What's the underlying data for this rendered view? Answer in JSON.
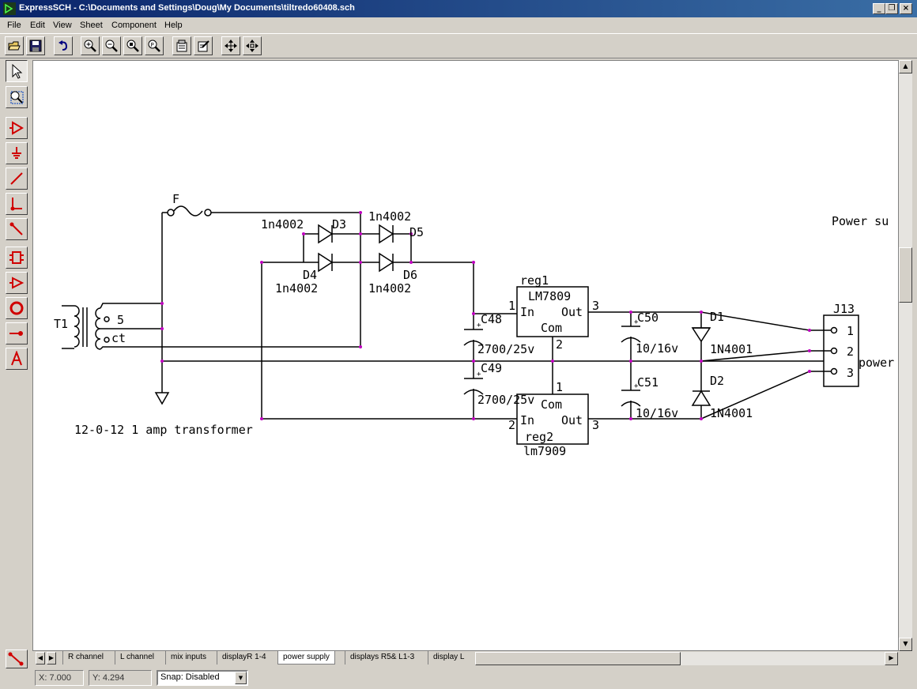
{
  "window": {
    "title": "ExpressSCH - C:\\Documents and Settings\\Doug\\My Documents\\tiltredo60408.sch",
    "minimize": "_",
    "restore": "❐",
    "close": "×"
  },
  "menu": [
    "File",
    "Edit",
    "View",
    "Sheet",
    "Component",
    "Help"
  ],
  "toolbar_icons": [
    "open-icon",
    "save-icon",
    "undo-icon",
    "zoom-in-icon",
    "zoom-out-icon",
    "zoom-fit-icon",
    "zoom-page-icon",
    "properties-icon",
    "sheet-properties-icon",
    "pan-icon",
    "center-icon"
  ],
  "palette_icons": [
    "select-arrow-icon",
    "zoom-window-icon",
    "component-icon",
    "ground-icon",
    "wire-icon",
    "junction-wire-icon",
    "bus-entry-icon",
    "part-icon",
    "buffer-icon",
    "circle-icon",
    "pin-icon",
    "text-icon"
  ],
  "schematic": {
    "fuse_label": "F",
    "transformer_ref": "T1",
    "transformer_pin5": "5",
    "transformer_ct": "ct",
    "transformer_desc": "12-0-12 1 amp transformer",
    "d3_ref": "D3",
    "d3_value": "1n4002",
    "d4_ref": "D4",
    "d4_value": "1n4002",
    "d5_ref": "D5",
    "d5_value": "1n4002",
    "d6_ref": "D6",
    "d6_value": "1n4002",
    "c48_ref": "C48",
    "c48_value": "2700/25v",
    "c49_ref": "C49",
    "c49_value": "2700/25v",
    "c50_ref": "C50",
    "c50_value": "10/16v",
    "c51_ref": "C51",
    "c51_value": "10/16v",
    "reg1_ref": "reg1",
    "reg1_part": "LM7809",
    "reg1_in": "In",
    "reg1_out": "Out",
    "reg1_com": "Com",
    "reg1_pin1": "1",
    "reg1_pin2": "2",
    "reg1_pin3": "3",
    "reg2_ref": "reg2",
    "reg2_part": "lm7909",
    "reg2_in": "In",
    "reg2_out": "Out",
    "reg2_com": "Com",
    "reg2_pin1": "1",
    "reg2_pin2": "2",
    "reg2_pin3": "3",
    "d1_ref": "D1",
    "d1_value": "1N4001",
    "d2_ref": "D2",
    "d2_value": "1N4001",
    "j13_ref": "J13",
    "j13_pin1": "1",
    "j13_pin2": "2",
    "j13_pin3": "3",
    "j13_label": "power",
    "sheet_note": "Power su"
  },
  "tabs": [
    "R channel",
    "L channel",
    "mix inputs",
    "displayR 1-4",
    "power supply",
    "displays R5& L1-3",
    "display L"
  ],
  "active_tab": "power supply",
  "status": {
    "x": "X: 7.000",
    "y": "Y: 4.294",
    "snap": "Snap:  Disabled"
  }
}
